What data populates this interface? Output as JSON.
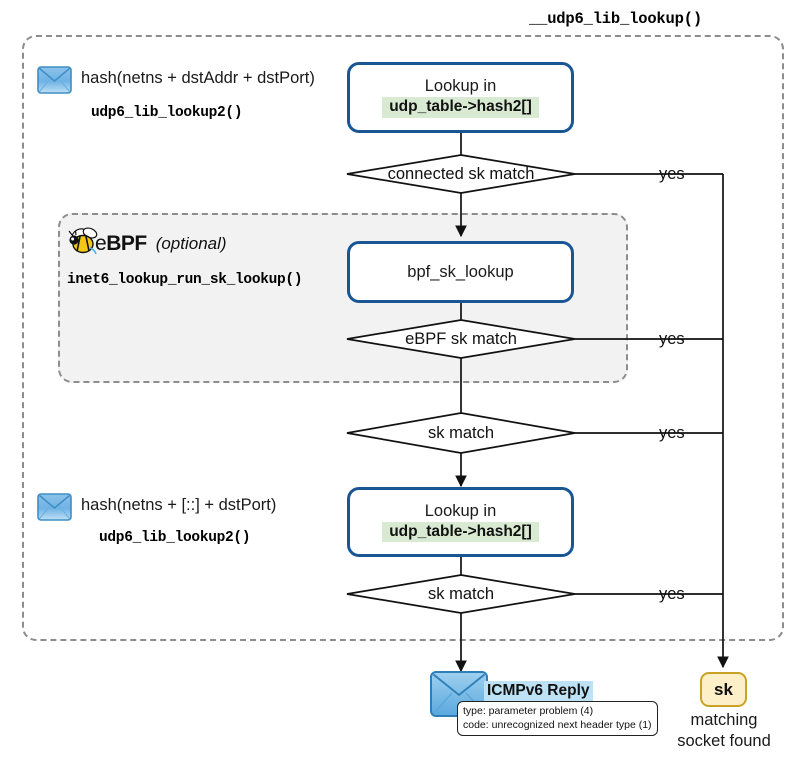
{
  "diagram": {
    "title": "__udp6_lib_lookup()",
    "colors": {
      "process_border": "#1a5693",
      "code_highlight": "#d9ead3",
      "group_fill": "#f2f2f2",
      "group_border": "#8d8d8d",
      "terminal_fill": "#fdf0c8",
      "terminal_border": "#c9a227",
      "icmp_highlight": "#bde2f5",
      "envelope_blue": "#5b9bd5"
    },
    "steps": [
      {
        "id": "hash1",
        "icon": "envelope-icon",
        "label": "hash(netns + dstAddr + dstPort)",
        "function": "udp6_lib_lookup2()"
      },
      {
        "id": "lookup1",
        "line1": "Lookup in",
        "code": "udp_table->hash2[]"
      },
      {
        "id": "bpf",
        "line1": "bpf_sk_lookup",
        "code": ""
      },
      {
        "id": "hash2",
        "icon": "envelope-icon",
        "label": "hash(netns + [::] + dstPort)",
        "function": "udp6_lib_lookup2()"
      },
      {
        "id": "lookup2",
        "line1": "Lookup in",
        "code": "udp_table->hash2[]"
      }
    ],
    "decisions": [
      {
        "id": "d1",
        "label": "connected sk match",
        "yes_label": "yes"
      },
      {
        "id": "d2",
        "label": "eBPF sk match",
        "yes_label": "yes"
      },
      {
        "id": "d3",
        "label": "sk match",
        "yes_label": "yes"
      },
      {
        "id": "d4",
        "label": "sk match",
        "yes_label": "yes"
      }
    ],
    "ebpf_group": {
      "brand_e": "e",
      "brand_bpf": "BPF",
      "optional": "(optional)",
      "function": "inet6_lookup_run_sk_lookup()",
      "icon": "bee-icon"
    },
    "terminals": {
      "sk": {
        "label": "sk",
        "caption_line1": "matching",
        "caption_line2": "socket found"
      },
      "icmp": {
        "icon": "envelope-icon",
        "label": "ICMPv6 Reply",
        "note_line1": "type: parameter problem (4)",
        "note_line2": "code: unrecognized next header type (1)"
      }
    }
  }
}
